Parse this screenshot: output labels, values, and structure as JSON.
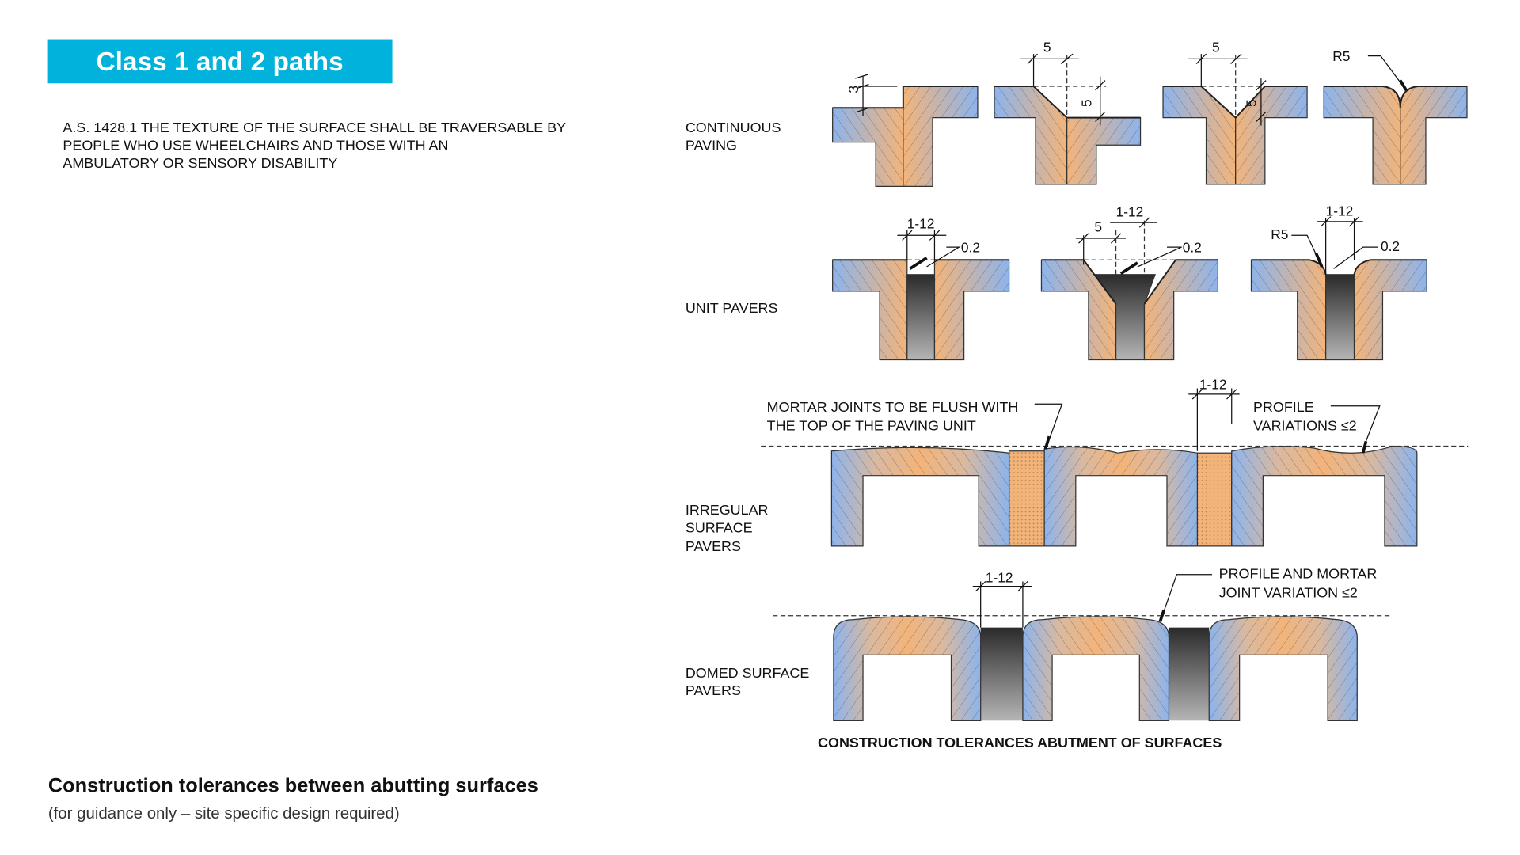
{
  "header": {
    "title": "Class 1 and 2 paths",
    "accent": "#00b2dc"
  },
  "description": [
    "A.S. 1428.1 THE TEXTURE OF THE SURFACE SHALL BE TRAVERSABLE BY",
    "PEOPLE WHO USE WHEELCHAIRS AND THOSE WITH AN",
    "AMBULATORY OR SENSORY DISABILITY"
  ],
  "diagram": {
    "rows": {
      "continuous": [
        "CONTINUOUS",
        "PAVING"
      ],
      "unit": [
        "UNIT PAVERS"
      ],
      "irregular": [
        "IRREGULAR",
        "SURFACE",
        "PAVERS"
      ],
      "domed": [
        "DOMED SURFACE",
        "PAVERS"
      ]
    },
    "dims": {
      "d3": "3",
      "d5a": "5",
      "d5b": "5",
      "d5c": "5",
      "d5d": "5",
      "r5a": "R5",
      "r5b": "R5",
      "j1": "1-12",
      "j2": "1-12",
      "j3": "1-12",
      "j4": "1-12",
      "j5": "1-12",
      "d5e": "5",
      "g1": "0.2",
      "g2": "0.2",
      "g3": "0.2"
    },
    "annotations": {
      "mortar": [
        "MORTAR JOINTS TO BE FLUSH WITH",
        "THE TOP OF THE PAVING UNIT"
      ],
      "profile": [
        "PROFILE",
        "VARIATIONS ≤2"
      ],
      "profile_mortar": [
        "PROFILE AND MORTAR",
        "JOINT VARIATION  ≤2"
      ]
    },
    "caption": "CONSTRUCTION TOLERANCES ABUTMENT OF SURFACES",
    "colors": {
      "blue": "#8db4ec",
      "orange": "#f3b47a",
      "joint": "#3a3a3a"
    }
  },
  "footer": {
    "title": "Construction tolerances between abutting surfaces",
    "subtitle": "(for guidance only – site specific design required)"
  }
}
